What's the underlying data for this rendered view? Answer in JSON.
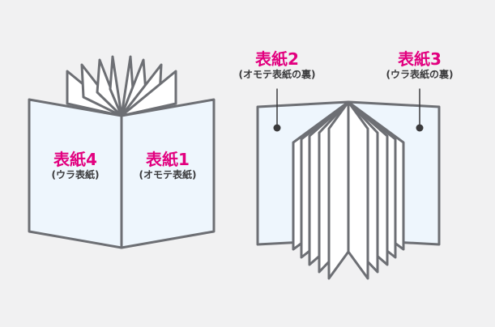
{
  "colors": {
    "background": "#f1f1f2",
    "outline": "#6d6f74",
    "cover_fill": "#eef6fd",
    "page_fill": "#ffffff",
    "accent": "#e2007f",
    "text": "#3a3a3c"
  },
  "left_book": {
    "cover4": {
      "title": "表紙4",
      "note": "(ウラ表紙)"
    },
    "cover1": {
      "title": "表紙1",
      "note": "(オモテ表紙)"
    }
  },
  "right_book": {
    "cover2": {
      "title": "表紙2",
      "note": "(オモテ表紙の裏)"
    },
    "cover3": {
      "title": "表紙3",
      "note": "(ウラ表紙の裏)"
    }
  }
}
